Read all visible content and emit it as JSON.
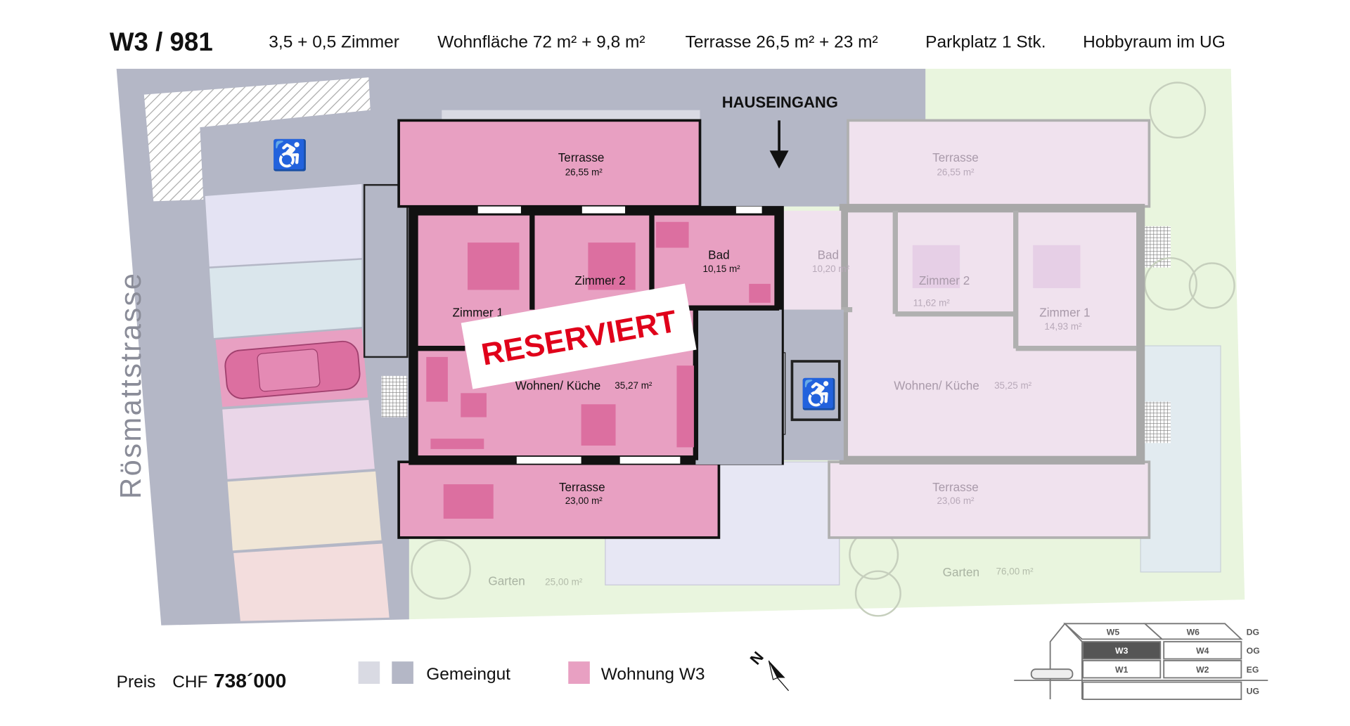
{
  "header": {
    "unit": "W3 / 981",
    "rooms": "3,5 + 0,5  Zimmer",
    "living_area": "Wohnfläche  72 m² + 9,8 m²",
    "terrace": "Terrasse  26,5 m² + 23 m²",
    "parking": "Parkplatz  1 Stk.",
    "hobby": "Hobbyraum im UG"
  },
  "plan": {
    "street": "Rösmattstrasse",
    "entrance": "HAUSEINGANG",
    "status_stamp": "RESERVIERT",
    "w3": {
      "terrace_top": {
        "label": "Terrasse",
        "area": "26,55 m²"
      },
      "terrace_bottom": {
        "label": "Terrasse",
        "area": "23,00 m²"
      },
      "bath": {
        "label": "Bad",
        "area": "10,15 m²"
      },
      "room1": {
        "label": "Zimmer 1"
      },
      "room2": {
        "label": "Zimmer 2"
      },
      "living": {
        "label": "Wohnen/ Küche",
        "area": "35,27 m²"
      },
      "garden": {
        "label": "Garten",
        "area": "25,00 m²"
      }
    },
    "w4": {
      "terrace_top": {
        "label": "Terrasse",
        "area": "26,55 m²"
      },
      "terrace_bottom": {
        "label": "Terrasse",
        "area": "23,06 m²"
      },
      "bath": {
        "label": "Bad",
        "area": "10,20 m²"
      },
      "room1": {
        "label": "Zimmer 1",
        "area": "14,93 m²"
      },
      "room2": {
        "label": "Zimmer 2",
        "area": "11,62 m²"
      },
      "living": {
        "label": "Wohnen/ Küche",
        "area": "35,25 m²"
      },
      "garden": {
        "label": "Garten",
        "area": "76,00 m²"
      }
    }
  },
  "footer": {
    "price_label": "Preis",
    "currency": "CHF",
    "price": "738´000",
    "legend": [
      {
        "label": "Gemeingut",
        "colors": [
          "#d9dae3",
          "#b4b7c6"
        ]
      },
      {
        "label": "Wohnung W3",
        "colors": [
          "#e8a0c2"
        ]
      }
    ],
    "north": "N"
  },
  "building_key": {
    "floors": [
      "DG",
      "OG",
      "EG",
      "UG"
    ],
    "units": [
      "W5",
      "W6",
      "W3",
      "W4",
      "W1",
      "W2"
    ],
    "selected": "W3"
  },
  "colors": {
    "w3": "#e8a0c2",
    "w3_dark": "#dc6fa0",
    "common_light": "#d9dae3",
    "common_dark": "#b4b7c6",
    "other_unit": "#f0e2ee",
    "garden": "#e9f5de",
    "stamp_red": "#e0001a"
  }
}
